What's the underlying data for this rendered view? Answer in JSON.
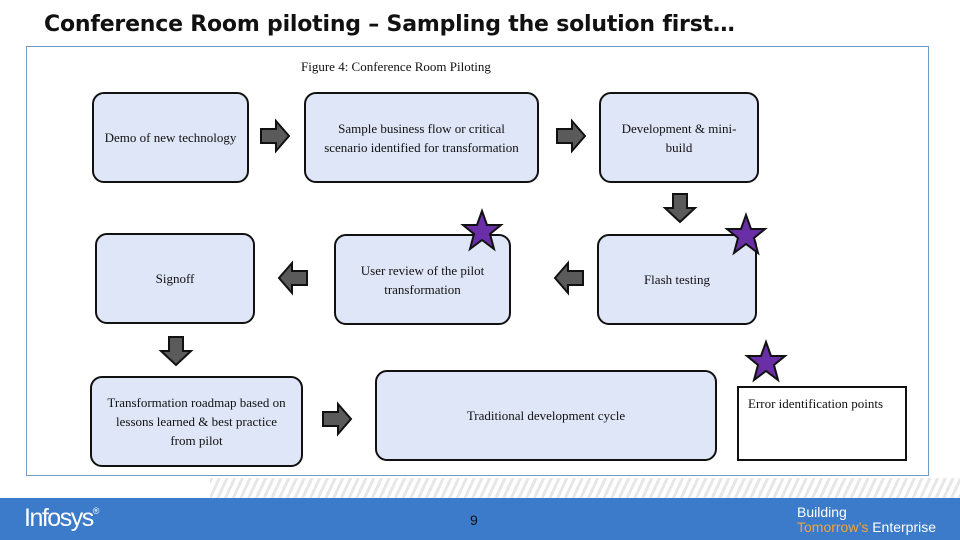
{
  "slide": {
    "title": "Conference Room piloting – Sampling the solution first…",
    "caption": "Figure 4: Conference Room Piloting",
    "page_number": "9"
  },
  "nodes": {
    "demo": "Demo of new technology",
    "sample": "Sample business flow or critical scenario identified for transformation",
    "development": "Development & mini-build",
    "flash": "Flash testing",
    "review": "User review of the pilot transformation",
    "signoff": "Signoff",
    "roadmap": "Transformation roadmap based on lessons learned & best practice from pilot",
    "traditional": "Traditional development cycle"
  },
  "edges": [
    {
      "from": "Demo of new technology",
      "to": "Sample business flow or critical scenario identified for transformation"
    },
    {
      "from": "Sample business flow or critical scenario identified for transformation",
      "to": "Development & mini-build"
    },
    {
      "from": "Development & mini-build",
      "to": "Flash testing"
    },
    {
      "from": "Flash testing",
      "to": "User review of the pilot transformation"
    },
    {
      "from": "User review of the pilot transformation",
      "to": "Signoff"
    },
    {
      "from": "Signoff",
      "to": "Transformation roadmap based on lessons learned & best practice from pilot"
    },
    {
      "from": "Transformation roadmap based on lessons learned & best practice from pilot",
      "to": "Traditional development cycle"
    }
  ],
  "markers": {
    "error_points_on": [
      "Flash testing",
      "User review of the pilot transformation"
    ],
    "legend_label": "Error identification points",
    "star_color": "#6a2fa6"
  },
  "colors": {
    "box_fill": "#dfe6f7",
    "arrow_fill": "#5a5a5a",
    "footer": "#3c7bc9",
    "panel_border": "#6f9bc9",
    "tagline_accent": "#f5a33a"
  },
  "footer": {
    "logo": "Infosys",
    "logo_mark": "®",
    "tagline_line1": "Building",
    "tagline_word_a": "Tomorrow’s",
    "tagline_word_b": "Enterprise"
  }
}
